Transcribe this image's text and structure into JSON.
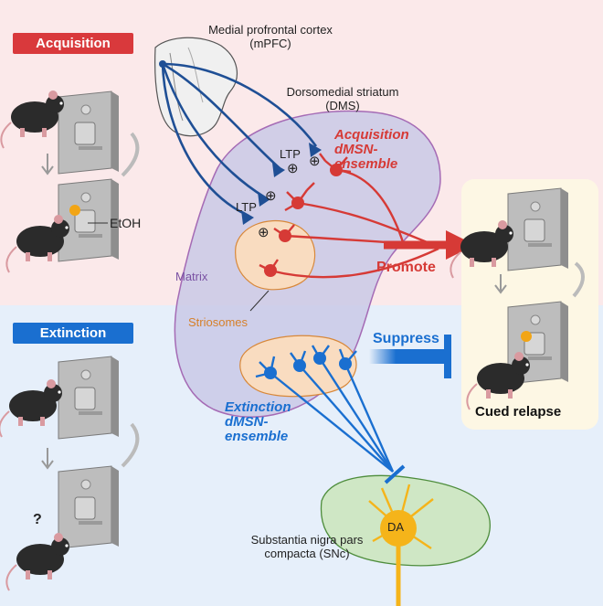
{
  "stages": {
    "acquisition": "Acquisition",
    "extinction": "Extinction",
    "relapse": "Cued relapse"
  },
  "regions": {
    "mpfc": "Medial profrontal cortex (mPFC)",
    "dms": "Dorsomedial striatum (DMS)",
    "matrix": "Matrix",
    "striosomes": "Striosomes",
    "snc": "Substantia nigra pars compacta (SNc)",
    "da": "DA"
  },
  "ensembles": {
    "acquisition": "Acquisition dMSN-ensemble",
    "extinction": "Extinction dMSN-ensemble"
  },
  "markers": {
    "ltp": "LTP",
    "plus": "⊕",
    "etoh": "EtOH",
    "question": "?"
  },
  "effects": {
    "promote": "Promote",
    "suppress": "Suppress"
  },
  "colors": {
    "acquisition": "#d9393c",
    "extinction": "#1a6fd0",
    "mpfc_projection": "#1f4f95",
    "striosome_fill": "#f9dcc0",
    "dms_fill": "#c9c9e6",
    "snc_fill": "#cfe7c5",
    "da_neuron": "#f5b41a",
    "relapse_panel": "#fdf7e4"
  },
  "icons": [
    "mouse-icon",
    "lever-panel-icon",
    "speaker-icon",
    "cue-light-icon",
    "cycle-arrow-icon"
  ]
}
